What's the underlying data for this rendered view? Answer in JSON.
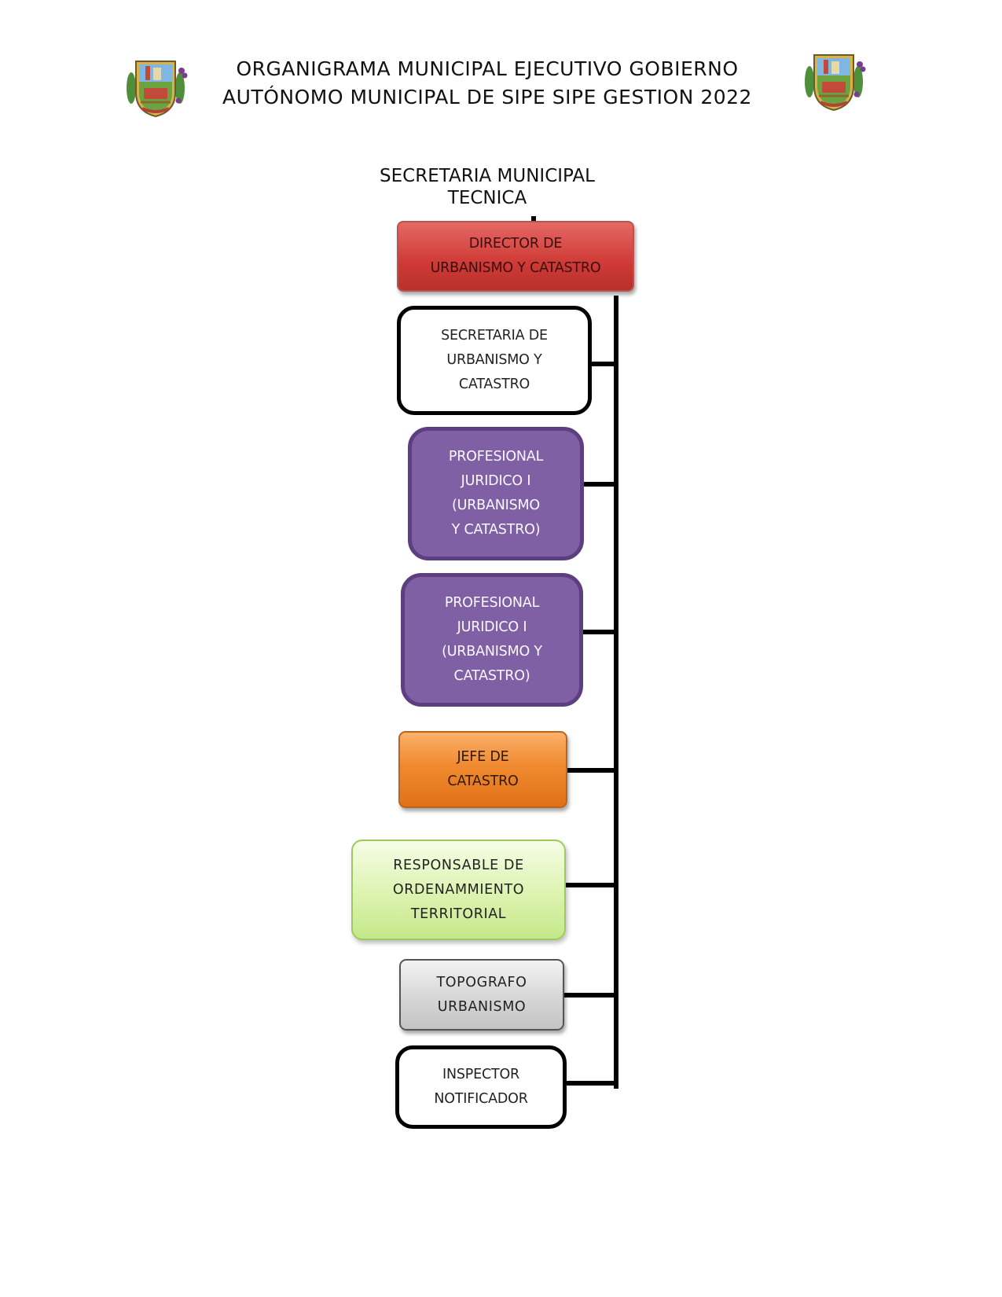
{
  "header": {
    "title_line1": "ORGANIGRAMA MUNICIPAL EJECUTIVO GOBIERNO",
    "title_line2": "AUTÓNOMO MUNICIPAL DE SIPE SIPE GESTION 2022"
  },
  "chart": {
    "section_line1": "SECRETARIA MUNICIPAL",
    "section_line2": "TECNICA",
    "director": {
      "lines": [
        "DIRECTOR DE",
        "URBANISMO Y CATASTRO"
      ],
      "color": "#d23c38"
    },
    "units": [
      {
        "id": "secretaria",
        "lines": [
          "SECRETARIA DE",
          "URBANISMO Y",
          "CATASTRO"
        ],
        "color": "#ffffff"
      },
      {
        "id": "juridico-1",
        "lines": [
          "PROFESIONAL",
          "JURIDICO I",
          "(URBANISMO",
          "Y CATASTRO)"
        ],
        "color": "#8060a4"
      },
      {
        "id": "juridico-2",
        "lines": [
          "PROFESIONAL",
          "JURIDICO I",
          "(URBANISMO Y",
          "CATASTRO)"
        ],
        "color": "#8060a4"
      },
      {
        "id": "jefe-catastro",
        "lines": [
          "JEFE DE",
          "CATASTRO"
        ],
        "color": "#f08a30"
      },
      {
        "id": "ordenamiento",
        "lines": [
          "RESPONSABLE DE",
          "ORDENAMMIENTO",
          "TERRITORIAL"
        ],
        "color": "#dcf3b0"
      },
      {
        "id": "topografo",
        "lines": [
          "TOPOGRAFO",
          "URBANISMO"
        ],
        "color": "#d6d6d6"
      },
      {
        "id": "inspector",
        "lines": [
          "INSPECTOR",
          "NOTIFICADOR"
        ],
        "color": "#ffffff"
      }
    ]
  }
}
